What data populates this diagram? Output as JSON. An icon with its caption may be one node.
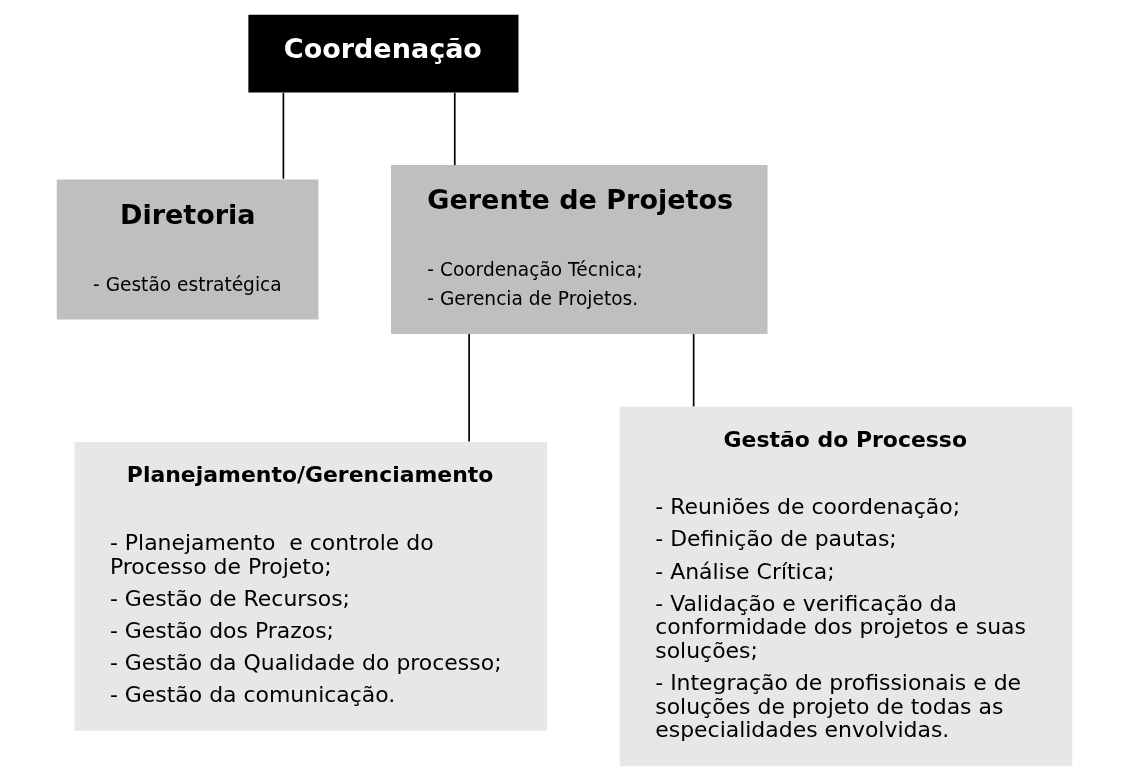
{
  "diagram": {
    "nodes": [
      {
        "text": [
          "Coordenação"
        ]
      },
      {
        "text": [
          "Diretoria",
          "- Gestão estratégica"
        ]
      },
      {
        "text": [
          "Gerente de Projetos",
          "- Coordenação Técnica;",
          "- Gerencia de Projetos."
        ]
      },
      {
        "text": [
          "Planejamento/Gerenciamento",
          "- Planejamento  e controle do Processo de Projeto;",
          "- Gestão de Recursos;",
          "- Gestão dos Prazos;",
          "- Gestão da Qualidade do processo;",
          "- Gestão da comunicação."
        ]
      },
      {
        "text": [
          "Gestão do Processo",
          "- Reuniões de coordenação;",
          "- Definição de pautas;",
          "- Análise Crítica;",
          "- Validação e verificação da conformidade dos projetos e suas soluções;",
          "- Integração de profissionais e de soluções de projeto de todas as especialidades envolvidas."
        ]
      }
    ],
    "edges": [
      {
        "from": 0,
        "to": 1,
        "arrow": "none"
      },
      {
        "from": 0,
        "to": 2,
        "arrow": "none"
      },
      {
        "from": 2,
        "to": 3,
        "arrow": "none"
      },
      {
        "from": 2,
        "to": 4,
        "arrow": "none"
      }
    ]
  }
}
